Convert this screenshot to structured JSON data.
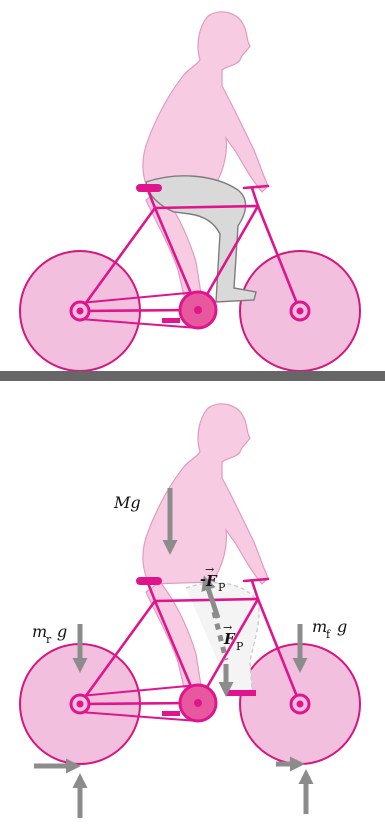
{
  "colors": {
    "frame": "#e0158e",
    "wheel_fill": "#f2c0de",
    "wheel_edge": "#d4177f",
    "hub": "#e0158e",
    "rider": "#f7cce3",
    "rider_edge": "#e29ac2",
    "leg": "#d9d9d9",
    "leg_edge": "#7d7d7d",
    "ground": "#666666",
    "arrow": "#8c8c8c"
  },
  "labels": {
    "gravity_body": "Mg",
    "gravity_rear_m": "m",
    "gravity_rear_sub": "r",
    "gravity_rear_g": "g",
    "gravity_front_m": "m",
    "gravity_front_sub": "f",
    "gravity_front_g": "g",
    "pedal_reaction_sign": "-",
    "pedal_reaction_F": "F",
    "pedal_reaction_sub": "P",
    "pedal_force_F": "F",
    "pedal_force_sub": "P"
  },
  "icons": {
    "vector_arrow": "→"
  }
}
